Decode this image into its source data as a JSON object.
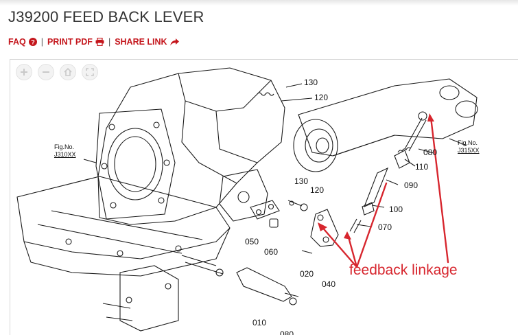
{
  "header": {
    "title": "J39200 FEED BACK LEVER",
    "links": {
      "faq": "FAQ",
      "print_pdf": "PRINT PDF",
      "share_link": "SHARE LINK",
      "separator": "|"
    }
  },
  "viewer": {
    "controls": [
      "zoom-in-icon",
      "zoom-out-icon",
      "home-icon",
      "fullscreen-icon"
    ],
    "fig_refs": [
      {
        "title": "Fig.No.",
        "code": "J310XX"
      },
      {
        "title": "Fig.No.",
        "code": "J315XX"
      }
    ],
    "part_labels": [
      "130",
      "120",
      "130",
      "120",
      "080",
      "110",
      "090",
      "100",
      "070",
      "050",
      "060",
      "020",
      "040",
      "010",
      "080"
    ],
    "annotation": "feedback linkage"
  },
  "colors": {
    "link_red": "#c4161c",
    "annotation_red": "#d7262e",
    "title_gray": "#333333"
  }
}
